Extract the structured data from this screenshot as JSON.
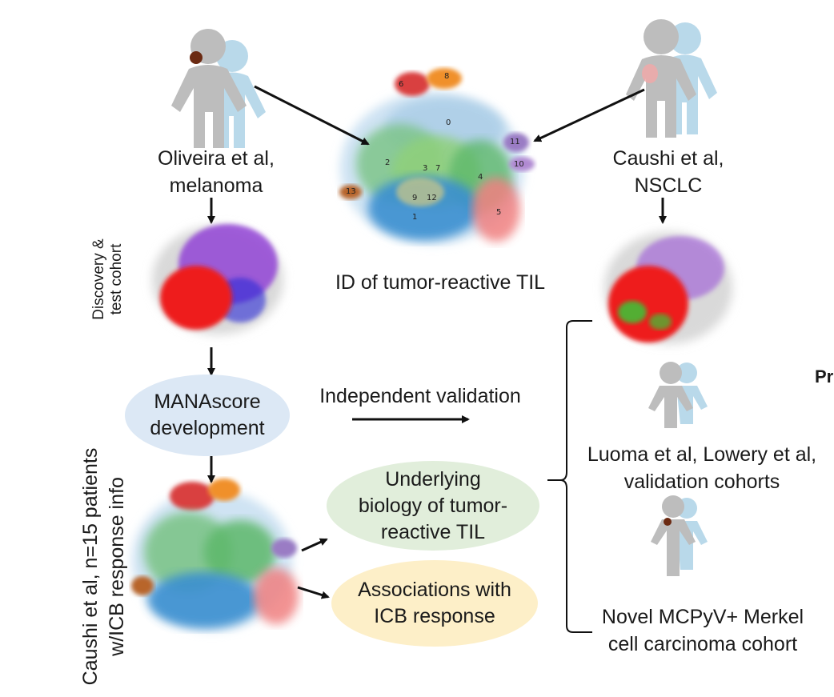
{
  "sources": {
    "left": {
      "line1": "Oliveira et al,",
      "line2": "melanoma"
    },
    "right": {
      "line1": "Caushi et al,",
      "line2": "NSCLC"
    }
  },
  "center_umap": {
    "caption": "ID of tumor-reactive TIL",
    "cluster_labels": [
      "0",
      "1",
      "2",
      "3",
      "4",
      "5",
      "6",
      "7",
      "8",
      "9",
      "10",
      "11",
      "12",
      "13"
    ]
  },
  "left_column": {
    "discovery_label_1": "Discovery &",
    "discovery_label_2": "test cohort",
    "manascore_line1": "MANAscore",
    "manascore_line2": "development",
    "caushi_label_1": "Caushi et al, n=15 patients",
    "caushi_label_2": "w/ICB response info"
  },
  "middle": {
    "validation_label": "Independent validation",
    "biology_line1": "Underlying",
    "biology_line2": "biology of tumor-",
    "biology_line3": "reactive TIL",
    "icb_line1": "Associations with",
    "icb_line2": "ICB response"
  },
  "right_column": {
    "validation_line1": "Luoma et al, Lowery et al,",
    "validation_line2": "validation cohorts",
    "merkel_line1": "Novel MCPyV+ Merkel",
    "merkel_line2": "cell carcinoma cohort",
    "edge_fragment": "Pr"
  },
  "colors": {
    "figure_gray": "#bdbdbd",
    "figure_blue": "#b9d9ea",
    "manascore_bubble": "#dce8f5",
    "biology_bubble": "#e1eedb",
    "icb_bubble": "#fdefc8",
    "tumor_red": "#ee1c1c",
    "purple": "#8e3ad6",
    "green": "#37c837"
  }
}
